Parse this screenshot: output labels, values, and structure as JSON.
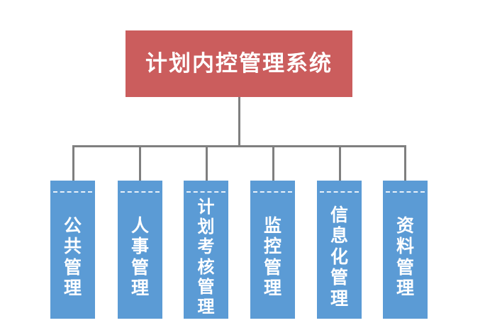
{
  "diagram": {
    "type": "organizational-hierarchy",
    "orientation": "top-down",
    "background_color": "#ffffff",
    "connector_color": "#7f7f7f",
    "root": {
      "label": "计划内控管理系统",
      "fill_color": "#cb5d5d",
      "text_color": "#ffffff"
    },
    "children": [
      {
        "label": "公共管理",
        "fill_color": "#5b9bd5",
        "text_color": "#ffffff",
        "divider_color": "#e8f0f9"
      },
      {
        "label": "人事管理",
        "fill_color": "#5b9bd5",
        "text_color": "#ffffff",
        "divider_color": "#e8f0f9"
      },
      {
        "label": "计划考核管理",
        "fill_color": "#5b9bd5",
        "text_color": "#ffffff",
        "divider_color": "#e8f0f9"
      },
      {
        "label": "监控管理",
        "fill_color": "#5b9bd5",
        "text_color": "#ffffff",
        "divider_color": "#e8f0f9"
      },
      {
        "label": "信息化管理",
        "fill_color": "#5b9bd5",
        "text_color": "#ffffff",
        "divider_color": "#e8f0f9"
      },
      {
        "label": "资料管理",
        "fill_color": "#5b9bd5",
        "text_color": "#ffffff",
        "divider_color": "#e8f0f9"
      }
    ]
  }
}
